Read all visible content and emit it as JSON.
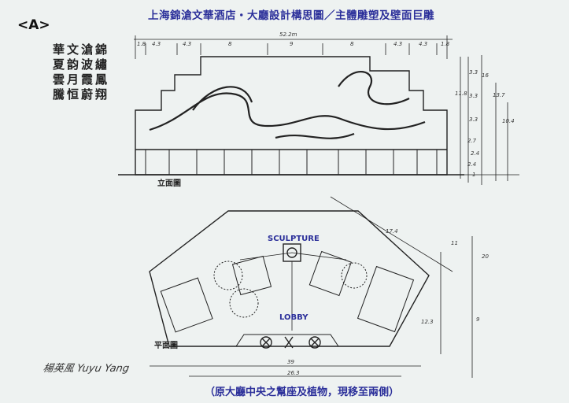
{
  "title": "上海錦滄文華酒店・大廳設計構思圖／主體雕塑及壁面巨雕",
  "sheet_mark": "<A>",
  "poem": [
    "錦繡鳳翔",
    "滄波霞蔚",
    "文韵月恒",
    "華夏雲騰"
  ],
  "elevation": {
    "label": "立面圖",
    "overall_width": "52.2m",
    "top_dims": [
      "1.8",
      "4.3",
      "4.3",
      "8",
      "9",
      "8",
      "4.3",
      "4.3",
      "1.8"
    ],
    "right_dims": [
      "3.3",
      "3.3",
      "3.3",
      "2.7",
      "2.4",
      "2.4",
      "1"
    ],
    "right_totals": [
      "11.8",
      "16",
      "13.7",
      "10.4"
    ]
  },
  "plan": {
    "label": "平面圖",
    "sculpture_label": "SCULPTURE",
    "lobby_label": "LOBBY",
    "dims": [
      "17.4",
      "11",
      "20",
      "12.3",
      "9",
      "39",
      "26.3"
    ]
  },
  "signature": "楊英風 Yuyu Yang",
  "caption": "（原大廳中央之幫座及植物，現移至兩側）",
  "colors": {
    "ink": "#222222",
    "blue_ink": "#2b2f9a",
    "paper": "#eef2f1"
  }
}
